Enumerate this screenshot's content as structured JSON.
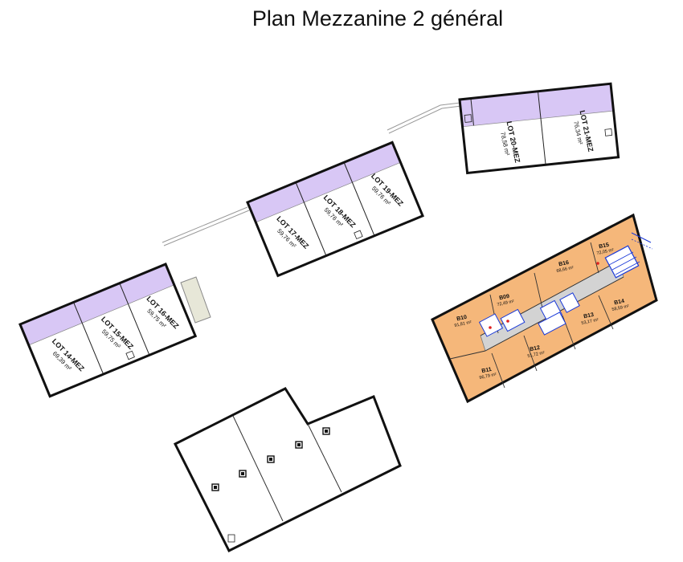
{
  "title": "Plan Mezzanine 2 général",
  "colors": {
    "mezzanine_band": "#d8c7f5",
    "office_fill": "#f5b77a",
    "corridor_fill": "#d3d3d3",
    "stair_blue": "#1838d8",
    "marker_red": "#e02020",
    "wall": "#111111"
  },
  "lots": [
    {
      "name": "LOT 14-MEZ",
      "area": "69,39 m²"
    },
    {
      "name": "LOT 15-MEZ",
      "area": "59,75 m²"
    },
    {
      "name": "LOT 16-MEZ",
      "area": "59,75 m²"
    },
    {
      "name": "LOT 17-MEZ",
      "area": "59,76 m²"
    },
    {
      "name": "LOT 18-MEZ",
      "area": "59,76 m²"
    },
    {
      "name": "LOT 19-MEZ",
      "area": "59,76 m²"
    },
    {
      "name": "LOT 20-MEZ",
      "area": "78,58 m²"
    },
    {
      "name": "LOT 21-MEZ",
      "area": "76,34 m²"
    }
  ],
  "offices": [
    {
      "name": "B09",
      "area": "72,49 m²"
    },
    {
      "name": "B10",
      "area": "91,81 m²"
    },
    {
      "name": "B11",
      "area": "96,79 m²"
    },
    {
      "name": "B12",
      "area": "51,72 m²"
    },
    {
      "name": "B13",
      "area": "53,17 m²"
    },
    {
      "name": "B14",
      "area": "58,59 m²"
    },
    {
      "name": "B15",
      "area": "72,05 m²"
    },
    {
      "name": "B16",
      "area": "68,66 m²"
    }
  ]
}
